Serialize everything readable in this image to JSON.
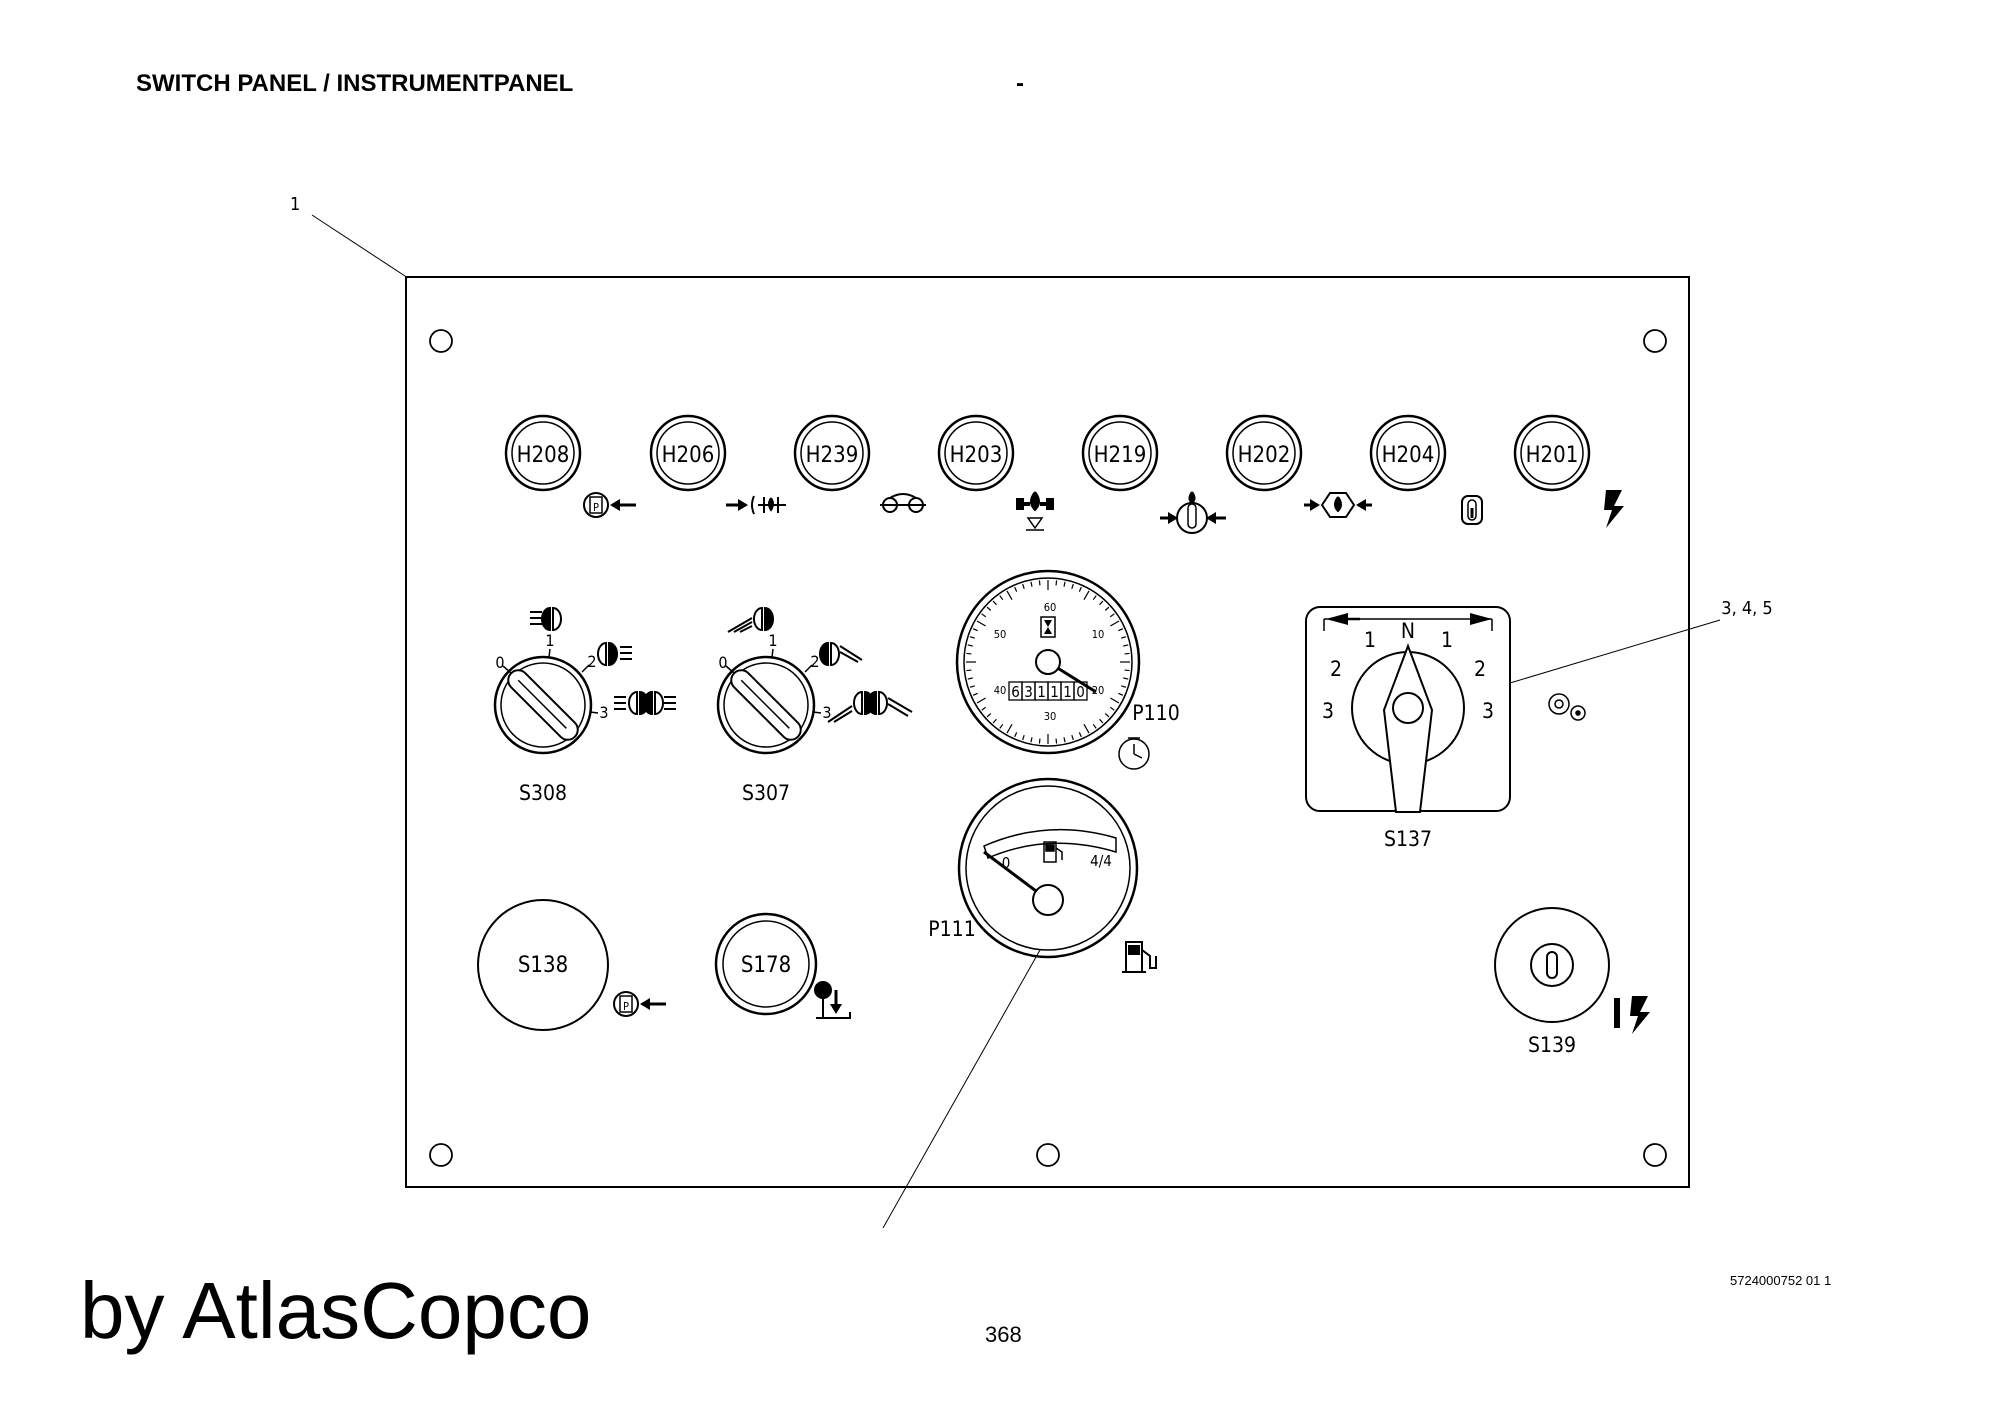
{
  "header": {
    "title": "SWITCH PANEL / INSTRUMENTPANEL",
    "dash": "-"
  },
  "footer": {
    "brand": "by AtlasCopco",
    "page": "368",
    "drawing_number": "5724000752 01 1"
  },
  "callouts": {
    "panel": "1",
    "selector": "3, 4, 5"
  },
  "lamps": [
    "H208",
    "H206",
    "H239",
    "H203",
    "H219",
    "H202",
    "H204",
    "H201"
  ],
  "switches": {
    "s308": "S308",
    "s307": "S307",
    "s138": "S138",
    "s178": "S178",
    "s137": "S137",
    "s139": "S139"
  },
  "rotary_positions": {
    "p0": "0",
    "p1": "1",
    "p2": "2",
    "p3": "3"
  },
  "gauges": {
    "p110": {
      "label": "P110",
      "scale": [
        "60",
        "10",
        "50",
        "40",
        "20",
        "30"
      ],
      "counter": [
        "6",
        "3",
        "1",
        "1",
        "1",
        "0"
      ]
    },
    "p111": {
      "label": "P111",
      "min": "0",
      "max": "4/4",
      "level": 0.0
    }
  },
  "selector": {
    "n": "N",
    "left": [
      "1",
      "2",
      "3"
    ],
    "right": [
      "1",
      "2",
      "3"
    ]
  }
}
